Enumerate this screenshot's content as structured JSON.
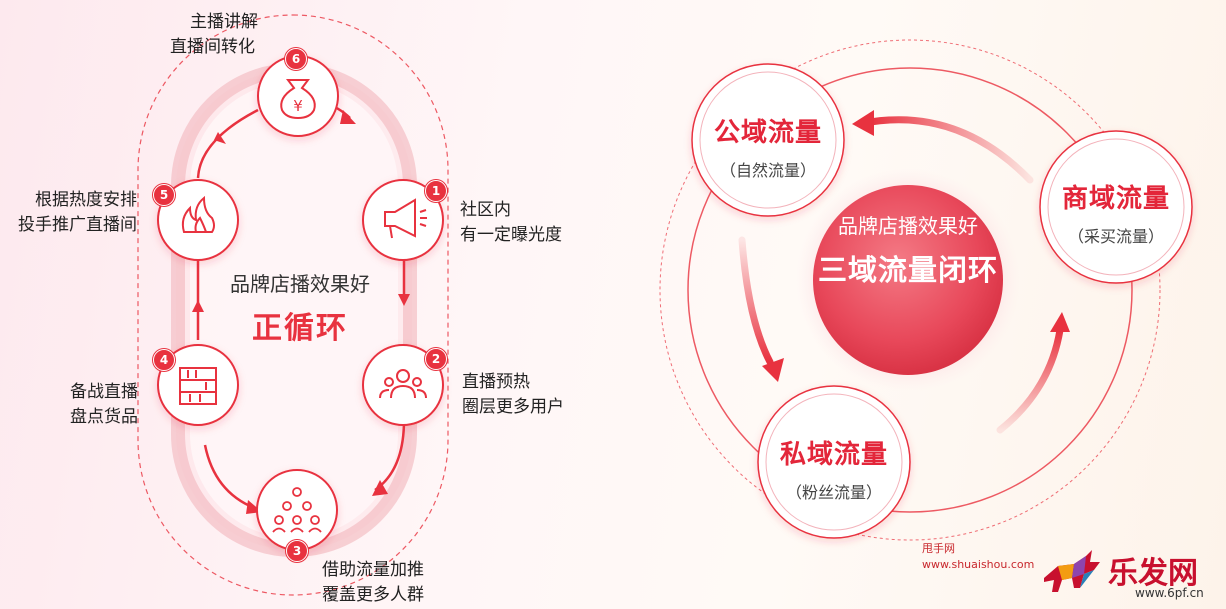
{
  "left_loop": {
    "center_subtitle": "品牌店播效果好",
    "center_title": "正循环",
    "steps": [
      {
        "num": "1",
        "line1": "社区内",
        "line2": "有一定曝光度",
        "icon": "megaphone-icon"
      },
      {
        "num": "2",
        "line1": "直播预热",
        "line2": "圈层更多用户",
        "icon": "people-group-icon"
      },
      {
        "num": "3",
        "line1": "借助流量加推",
        "line2": "覆盖更多人群",
        "icon": "crowd-icon"
      },
      {
        "num": "4",
        "line1": "备战直播",
        "line2": "盘点货品",
        "icon": "shelf-icon"
      },
      {
        "num": "5",
        "line1": "根据热度安排",
        "line2": "投手推广直播间",
        "icon": "flame-icon"
      },
      {
        "num": "6",
        "line1": "主播讲解",
        "line2": "直播间转化",
        "icon": "money-bag-icon"
      }
    ]
  },
  "right_loop": {
    "core_line1": "品牌店播效果好",
    "core_line2": "三域流量闭环",
    "nodes": [
      {
        "title": "公域流量",
        "subtitle": "（自然流量）"
      },
      {
        "title": "商域流量",
        "subtitle": "（采买流量）"
      },
      {
        "title": "私域流量",
        "subtitle": "（粉丝流量）"
      }
    ]
  },
  "credits": {
    "site_name": "甩手网",
    "site_url": "www.shuaishou.com",
    "brand_name": "乐发网",
    "brand_url": "www.6pf.cn"
  },
  "colors": {
    "accent": "#e8323f",
    "dark_red": "#c8102e"
  }
}
